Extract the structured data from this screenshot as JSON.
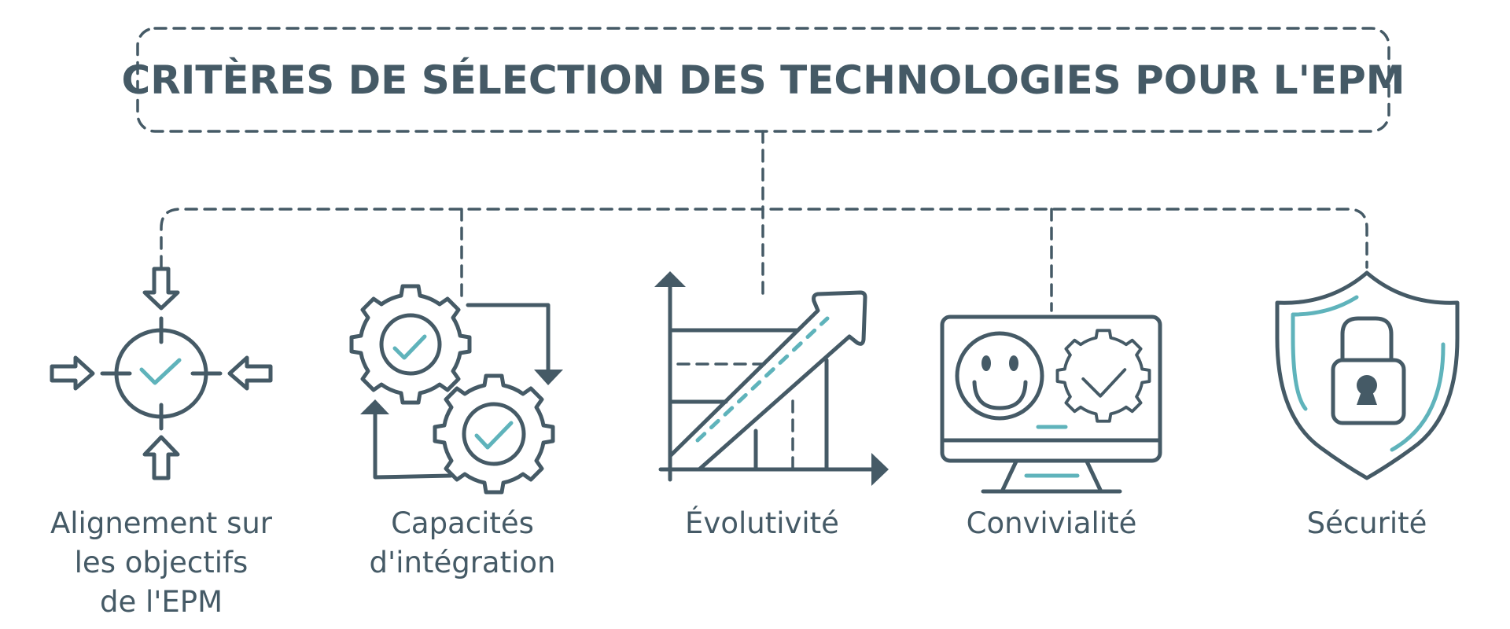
{
  "title": "CRITÈRES DE SÉLECTION DES TECHNOLOGIES POUR L'EPM",
  "colors": {
    "primary": "#455a66",
    "accent": "#5fb3bb",
    "background": "#ffffff"
  },
  "criteria": [
    {
      "label_lines": [
        "Alignement sur",
        "les objectifs",
        "de l'EPM"
      ],
      "icon": "target-crosshair-check-icon"
    },
    {
      "label_lines": [
        "Capacités",
        "d'intégration"
      ],
      "icon": "gears-cycle-check-icon"
    },
    {
      "label_lines": [
        "Évolutivité"
      ],
      "icon": "growth-chart-arrow-icon"
    },
    {
      "label_lines": [
        "Convivialité"
      ],
      "icon": "monitor-smiley-gear-icon"
    },
    {
      "label_lines": [
        "Sécurité"
      ],
      "icon": "shield-padlock-icon"
    }
  ]
}
